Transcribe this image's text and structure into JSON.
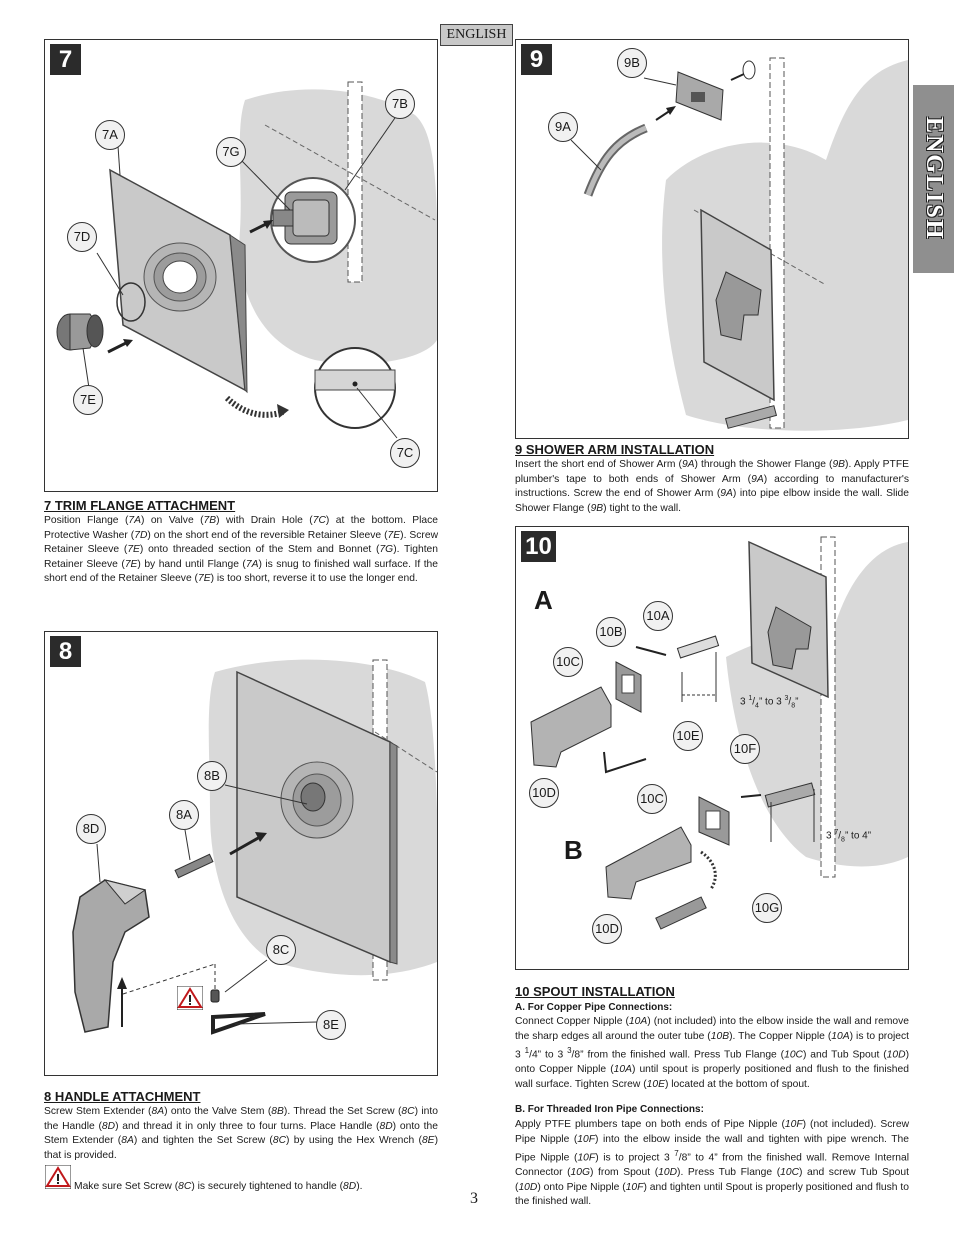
{
  "language_tab": "ENGLISH",
  "side_tab": "ENGLISH",
  "page_number": "3",
  "step7": {
    "number": "7",
    "callouts": {
      "a": "7A",
      "b": "7B",
      "c": "7C",
      "d": "7D",
      "e": "7E",
      "g": "7G"
    },
    "title": "7  TRIM FLANGE ATTACHMENT",
    "text": [
      "Position Flange (",
      "7A",
      ") on Valve (",
      "7B",
      ") with Drain Hole (",
      "7C",
      ") at the bottom.  Place Protective Washer (",
      "7D",
      ") on the short end of the reversible Retainer Sleeve (",
      "7E",
      ").  Screw Retainer Sleeve (",
      "7E",
      ") onto threaded section of the Stem and Bonnet (",
      "7G",
      ").  Tighten Retainer Sleeve (",
      "7E",
      ") by hand until Flange (",
      "7A",
      ") is snug to finished wall surface.  If the short end of the Retainer Sleeve (",
      "7E",
      ") is too short, reverse it to use the longer end."
    ]
  },
  "step8": {
    "number": "8",
    "callouts": {
      "a": "8A",
      "b": "8B",
      "c": "8C",
      "d": "8D",
      "e": "8E"
    },
    "title": "8  HANDLE ATTACHMENT",
    "text": [
      "Screw Stem Extender (",
      "8A",
      ") onto the Valve Stem (",
      "8B",
      ").  Thread the Set Screw (",
      "8C",
      ") into the Handle (",
      "8D",
      ") and thread it in only three to four turns.  Place Handle (",
      "8D",
      ") onto the Stem Extender (",
      "8A",
      ") and tighten the Set Screw (",
      "8C",
      ") by using the Hex Wrench (",
      "8E",
      ") that is provided."
    ],
    "warning": [
      "Make sure Set Screw (",
      "8C",
      ") is securely tightened to handle (",
      "8D",
      ")."
    ]
  },
  "step9": {
    "number": "9",
    "callouts": {
      "a": "9A",
      "b": "9B"
    },
    "title": "9  SHOWER ARM INSTALLATION",
    "text": [
      "Insert the short end of Shower Arm (",
      "9A",
      ") through the Shower Flange (",
      "9B",
      "). Apply PTFE plumber's tape to both ends  of Shower Arm (",
      "9A",
      ") according to manufacturer's instructions.  Screw the end of Shower Arm (",
      "9A",
      ") into pipe elbow inside the wall.  Slide Shower Flange (",
      "9B",
      ") tight to the wall."
    ]
  },
  "step10": {
    "number": "10",
    "label_a": "A",
    "label_b": "B",
    "callouts": {
      "a": "10A",
      "b": "10B",
      "c1": "10C",
      "c2": "10C",
      "d1": "10D",
      "d2": "10D",
      "e": "10E",
      "f": "10F",
      "g": "10G"
    },
    "dim_a": {
      "whole": "3 ",
      "num1": "1",
      "den1": "4",
      "mid": "” to 3 ",
      "num2": "3",
      "den2": "8",
      "end": "”"
    },
    "dim_b": {
      "whole": "3 ",
      "num": "7",
      "den": "8",
      "end": "” to 4”"
    },
    "title": "10  SPOUT INSTALLATION",
    "sub_a": "A.  For Copper Pipe Connections:",
    "text_a": [
      "Connect Copper Nipple (",
      "10A",
      ") (not included) into the elbow inside the wall and remove the sharp edges all around the outer tube (",
      "10B",
      "). The Copper Nipple (",
      "10A",
      ") is to project 3 ",
      "1",
      "/4” to 3 ",
      "3",
      "/8” from the finished wall. Press Tub Flange (",
      "10C",
      ") and Tub Spout (",
      "10D",
      ") onto Copper Nipple (",
      "10A",
      ") until spout is properly positioned and flush to the finished wall surface. Tighten Screw (",
      "10E",
      ") located at the bottom of spout."
    ],
    "sub_b": "B.  For  Threaded Iron Pipe Connections:",
    "text_b": [
      "Apply PTFE plumbers tape on both ends of Pipe Nipple (",
      "10F",
      ") (not included).  Screw Pipe Nipple (",
      "10F",
      ") into the elbow inside the wall and tighten with pipe wrench.  The Pipe Nipple (",
      "10F",
      ") is to project 3 ",
      "7",
      "/8” to 4” from the finished wall.  Remove Internal Connector (",
      "10G",
      ") from Spout (",
      "10D",
      ").  Press Tub Flange (",
      "10C",
      ") and screw Tub Spout (",
      "10D",
      ") onto Pipe Nipple (",
      "10F",
      ") and tighten until Spout is properly positioned and flush to the finished wall."
    ]
  }
}
